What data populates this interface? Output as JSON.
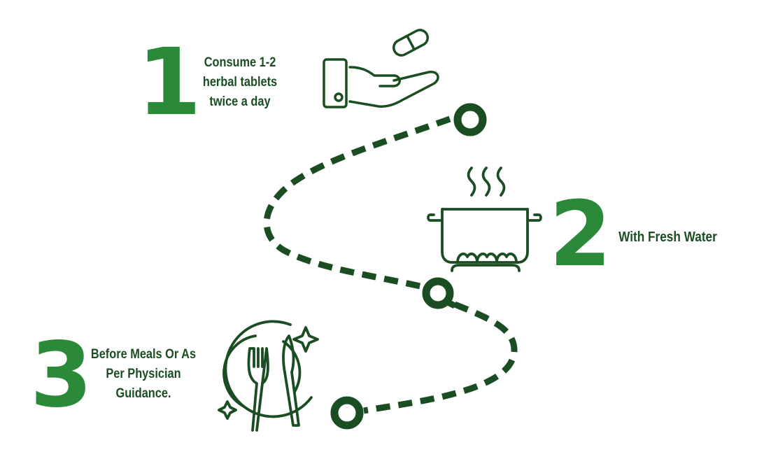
{
  "colors": {
    "numeral": "#2a8a3a",
    "text": "#1a4d22",
    "icon_stroke": "#1a4d22",
    "path": "#1a4d22",
    "background": "#ffffff"
  },
  "steps": [
    {
      "number": "1",
      "text_lines": [
        "Consume 1-2",
        "herbal tablets",
        "twice a day"
      ],
      "icon": "hand-with-pill-icon"
    },
    {
      "number": "2",
      "text_lines": [
        "With Fresh Water"
      ],
      "icon": "steaming-pot-on-stove-icon"
    },
    {
      "number": "3",
      "text_lines": [
        "Before Meals Or As",
        "Per Physician",
        "Guidance."
      ],
      "icon": "plate-fork-knife-icon"
    }
  ],
  "path": {
    "style": "dashed",
    "waypoints": [
      "ring-marker",
      "search-marker",
      "ring-marker"
    ]
  }
}
